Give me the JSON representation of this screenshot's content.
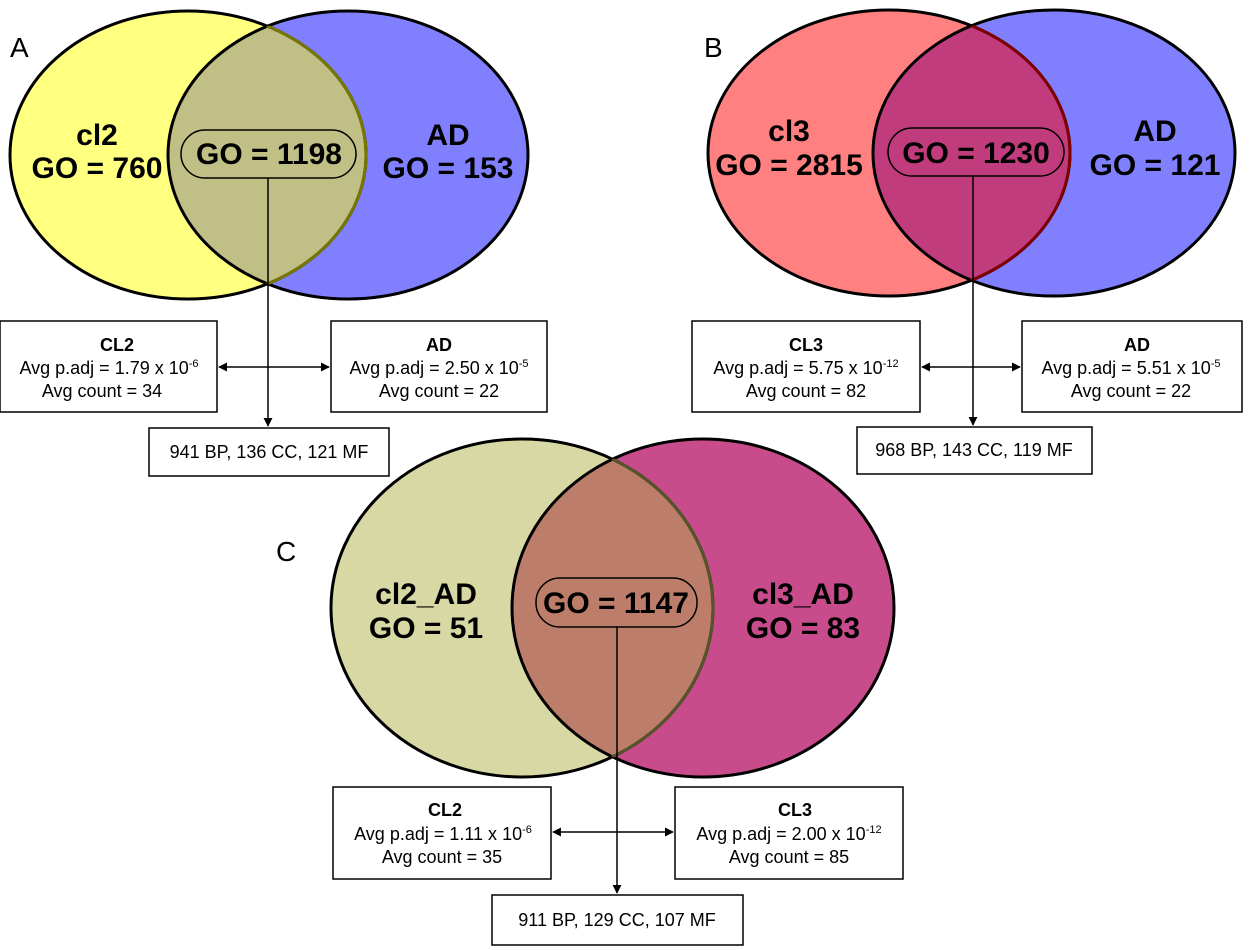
{
  "panels": [
    {
      "letter": "A",
      "left_set": {
        "name": "cl2",
        "go": "GO = 760",
        "color": "#ffff80"
      },
      "right_set": {
        "name": "AD",
        "go": "GO = 153",
        "color": "#8080ff"
      },
      "intersection": {
        "go": "GO = 1198",
        "color": "#c0bf85",
        "edge": "#777700"
      },
      "left_box": {
        "title": "CL2",
        "padj_prefix": "Avg p.adj = 1.79 x 10",
        "padj_exp": "-6",
        "count": "Avg count = 34"
      },
      "right_box": {
        "title": "AD",
        "padj_prefix": "Avg p.adj = 2.50 x 10",
        "padj_exp": "-5",
        "count": "Avg count = 22"
      },
      "result": "941 BP, 136 CC, 121 MF"
    },
    {
      "letter": "B",
      "left_set": {
        "name": "cl3",
        "go": "GO = 2815",
        "color": "#ff8080"
      },
      "right_set": {
        "name": "AD",
        "go": "GO = 121",
        "color": "#8080ff"
      },
      "intersection": {
        "go": "GO = 1230",
        "color": "#c03c7c",
        "edge": "#800000"
      },
      "left_box": {
        "title": "CL3",
        "padj_prefix": "Avg p.adj = 5.75 x 10",
        "padj_exp": "-12",
        "count": "Avg count = 82"
      },
      "right_box": {
        "title": "AD",
        "padj_prefix": "Avg p.adj = 5.51 x 10",
        "padj_exp": "-5",
        "count": "Avg count = 22"
      },
      "result": "968 BP, 143 CC, 119 MF"
    },
    {
      "letter": "C",
      "left_set": {
        "name": "cl2_AD",
        "go": "GO = 51",
        "color": "#d8d8a4"
      },
      "right_set": {
        "name": "cl3_AD",
        "go": "GO = 83",
        "color": "#c84b8c"
      },
      "intersection": {
        "go": "GO = 1147",
        "color": "#bc7e6a",
        "edge": "#55552a"
      },
      "left_box": {
        "title": "CL2",
        "padj_prefix": "Avg p.adj = 1.11 x 10",
        "padj_exp": "-6",
        "count": "Avg count = 35"
      },
      "right_box": {
        "title": "CL3",
        "padj_prefix": "Avg p.adj = 2.00 x 10",
        "padj_exp": "-12",
        "count": "Avg count = 85"
      },
      "result": "911 BP, 129 CC, 107 MF"
    }
  ]
}
